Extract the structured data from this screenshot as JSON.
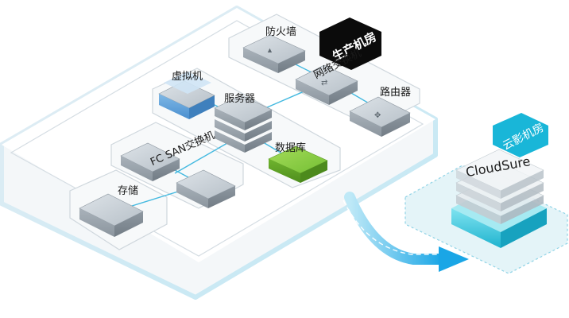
{
  "labels": {
    "production_room": "生产机房",
    "cloud_room": "云影机房",
    "firewall": "防火墙",
    "network_switch": "网络交换机",
    "router": "路由器",
    "virtual_machine": "虚拟机",
    "server": "服务器",
    "fc_san_switch": "FC SAN交换机",
    "database": "数据库",
    "storage": "存储",
    "cloudsure": "CloudSure"
  },
  "colors": {
    "production_badge_bg": "#0b0b0b",
    "cloud_badge_bg": "#19b6d8",
    "accent_cyan": "#29b9e6",
    "database_green": "#6cb52c",
    "device_grey": "#9aa4ad"
  }
}
